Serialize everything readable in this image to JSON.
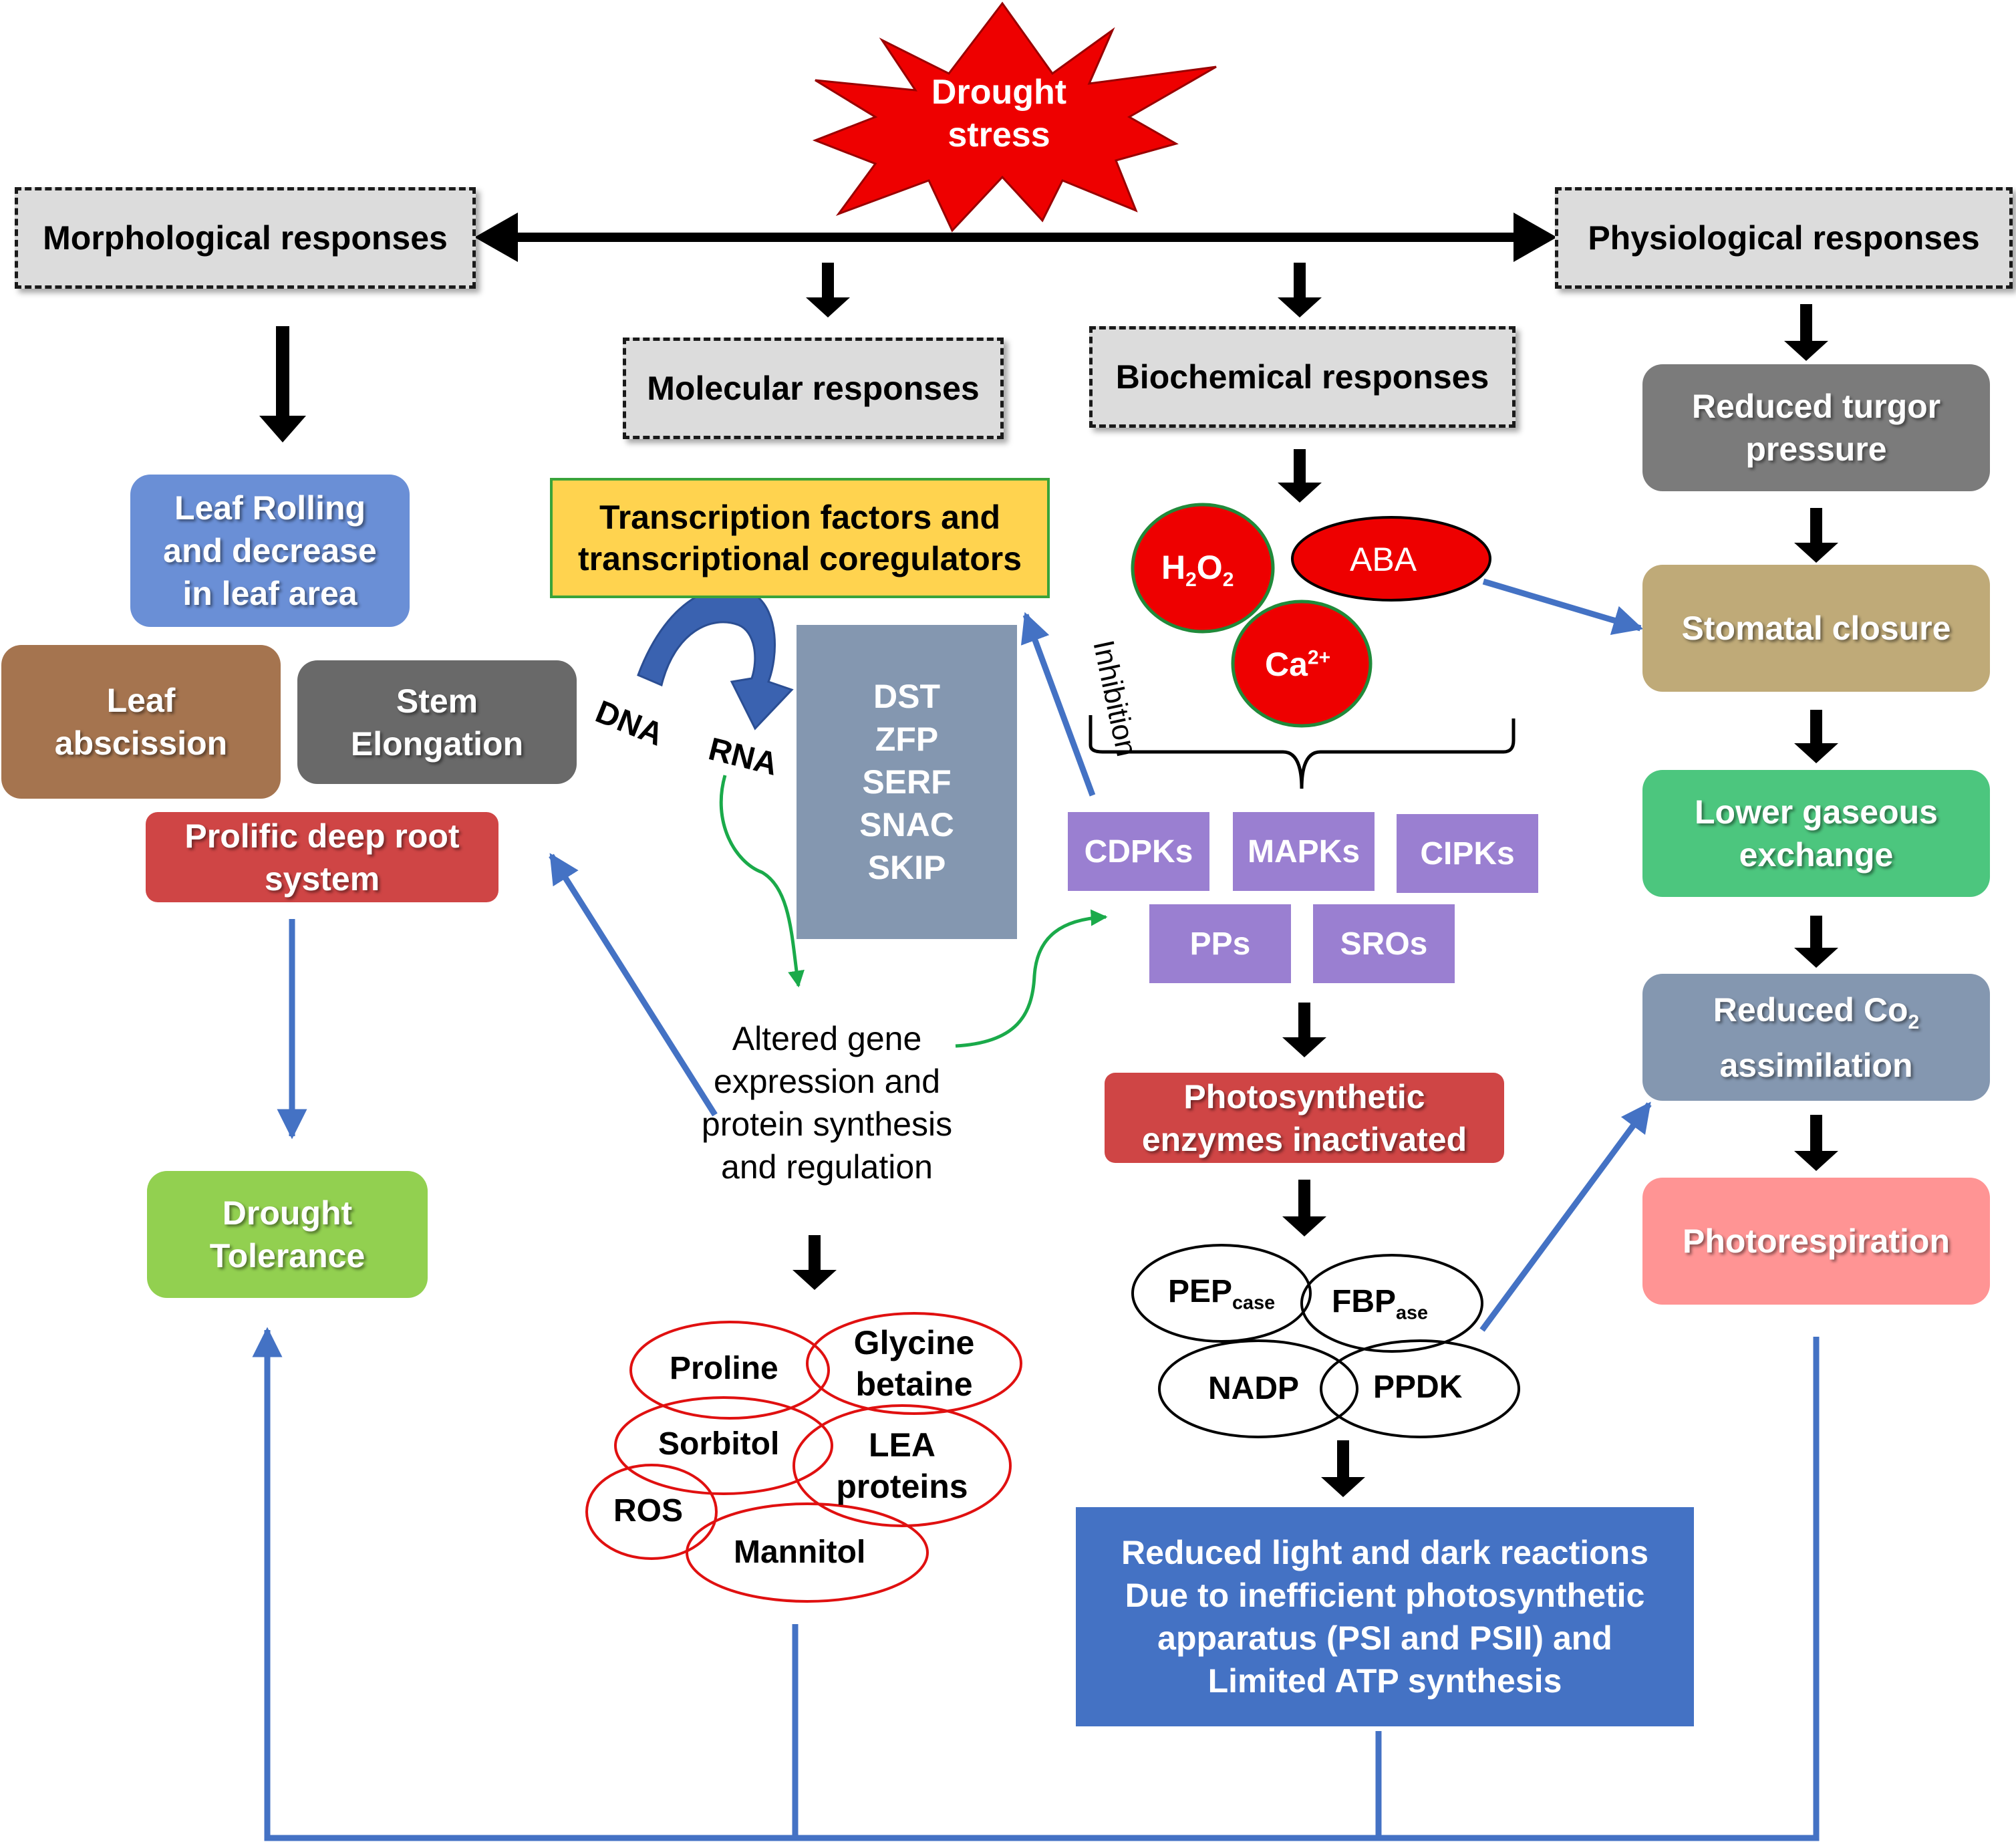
{
  "stress": {
    "line1": "Drought",
    "line2": "stress"
  },
  "headers": {
    "morphological": "Morphological responses",
    "molecular": "Molecular responses",
    "biochemical": "Biochemical responses",
    "physiological": "Physiological responses"
  },
  "morphological": {
    "leaf_rolling": "Leaf Rolling and decrease in leaf area",
    "leaf_abscission": "Leaf abscission",
    "stem_elongation": "Stem Elongation",
    "root_system": "Prolific deep root system",
    "drought_tolerance": "Drought Tolerance"
  },
  "molecular": {
    "transcription": "Transcription factors and transcriptional coregulators",
    "dna": "DNA",
    "rna": "RNA",
    "genes": [
      "DST",
      "ZFP",
      "SERF",
      "SNAC",
      "SKIP"
    ],
    "altered": "Altered gene expression and protein synthesis and regulation",
    "osmolytes": {
      "proline": "Proline",
      "glycine": "Glycine betaine",
      "sorbitol": "Sorbitol",
      "lea": "LEA proteins",
      "ros": "ROS",
      "mannitol": "Mannitol"
    }
  },
  "biochemical": {
    "h2o2": {
      "base": "H",
      "sub1": "2",
      "mid": "O",
      "sub2": "2"
    },
    "aba": "ABA",
    "ca": {
      "base": "Ca",
      "sup": "2+"
    },
    "inhibition": "Inhibition",
    "kinases": {
      "cdpks": "CDPKs",
      "mapks": "MAPKs",
      "cipks": "CIPKs",
      "pps": "PPs",
      "sros": "SROs"
    },
    "photosynthetic": "Photosynthetic enzymes inactivated",
    "enzymes": {
      "pep": {
        "base": "PEP",
        "sub": "case"
      },
      "fbp": {
        "base": "FBP",
        "sub": "ase"
      },
      "nadp": "NADP",
      "ppdk": "PPDK"
    },
    "reduced_reactions": "Reduced light and dark reactions Due to inefficient photosynthetic apparatus (PSI and PSII) and Limited ATP synthesis"
  },
  "physiological": {
    "turgor": "Reduced turgor pressure",
    "stomatal": "Stomatal closure",
    "gaseous": "Lower gaseous exchange",
    "co2": {
      "base": "Reduced Co",
      "sub": "2",
      "rest": "assimilation"
    },
    "photorespiration": "Photorespiration"
  },
  "colors": {
    "starburst": "#ee0000",
    "leaf_rolling": "#6a8fd6",
    "leaf_abscission": "#a5744f",
    "stem_elongation": "#696969",
    "root_system": "#cf4545",
    "drought_tolerance": "#92d050",
    "transcription": "#ffd34f",
    "genes_box": "#8497b0",
    "kinase": "#9a7fd1",
    "photosynthetic": "#cf4545",
    "reduced_reactions": "#4472c4",
    "turgor": "#7b7b7b",
    "stomatal": "#bfaa78",
    "gaseous": "#4cc67e",
    "co2": "#8497b0",
    "photorespiration": "#ff9494",
    "blue_arrow": "#4472c4",
    "green_arrow": "#1aaa4a"
  }
}
